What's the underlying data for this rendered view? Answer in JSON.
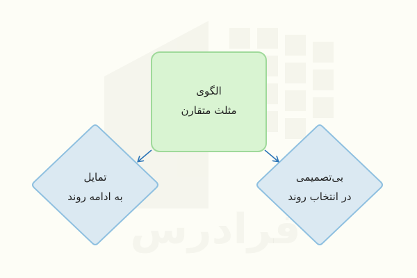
{
  "diagram": {
    "top_node": {
      "line1": "الگوی",
      "line2": "مثلث متقارن",
      "fill": "#d9f4d2",
      "stroke": "#9fd99a"
    },
    "left_node": {
      "line1": "تمایل",
      "line2": "به ادامه روند",
      "fill": "#dbe9f2",
      "stroke": "#8fc0e0"
    },
    "right_node": {
      "line1": "بی‌تصمیمی",
      "line2": "در انتخاب روند",
      "fill": "#dbe9f2",
      "stroke": "#8fc0e0"
    },
    "arrow_color": "#2a73b6",
    "background": "#fdfdf6"
  },
  "watermark": {
    "text": "فرادرس"
  }
}
